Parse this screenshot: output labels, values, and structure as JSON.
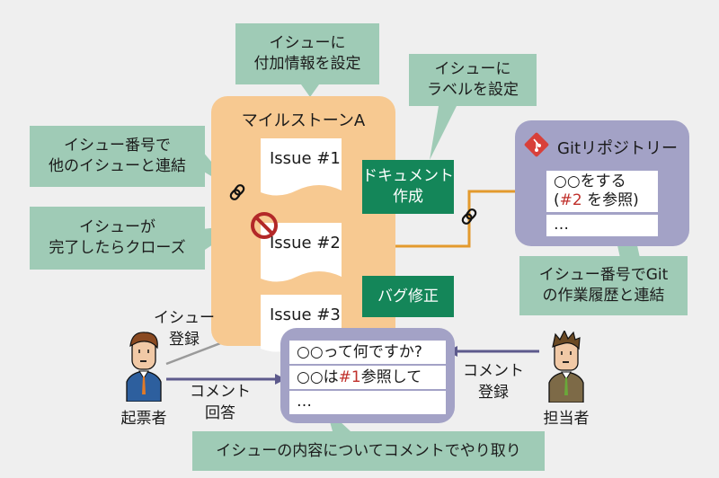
{
  "notes": {
    "attach_info": "イシューに\n付加情報を設定",
    "set_label": "イシューに\nラベルを設定",
    "link_issues": "イシュー番号で\n他のイシューと連結",
    "close_issue": "イシューが\n完了したらクローズ",
    "link_git": "イシュー番号でGit\nの作業履歴と連結",
    "comment_exchange": "イシューの内容についてコメントでやり取り"
  },
  "milestone": {
    "title": "マイルストーンA",
    "issues": [
      {
        "label": "Issue #1"
      },
      {
        "label": "Issue #2",
        "closed": true
      },
      {
        "label": "Issue #3"
      }
    ]
  },
  "labels": {
    "doc": "ドキュメント\n作成",
    "bug": "バグ修正"
  },
  "git": {
    "title": "Gitリポジトリー",
    "commit_line1": "○○をする",
    "commit_line2_open": "(",
    "commit_ref": "#2",
    "commit_line2_rest": " を参照)",
    "more": "…"
  },
  "comments": {
    "line1": "○○って何ですか?",
    "line2_prefix": "○○は",
    "line2_ref": "#1",
    "line2_suffix": "参照して",
    "more": "…"
  },
  "actors": {
    "reporter": "起票者",
    "assignee": "担当者"
  },
  "captions": {
    "register_issue": "イシュー\n登録",
    "comment_reply": "コメント\n回答",
    "comment_register": "コメント\n登録"
  },
  "colors": {
    "note": "#9fcbb6",
    "milestone": "#f7c991",
    "label": "#148659",
    "panel": "#a3a2c6",
    "connector": "#e39a2d",
    "ref_red": "#c0302b"
  }
}
